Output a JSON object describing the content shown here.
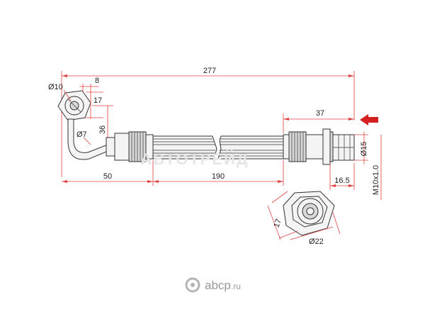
{
  "dimensions": {
    "overall_length": "277",
    "eye_bore": "Ø10",
    "eye_width": "8",
    "eye_hex": "17",
    "pipe_diameter": "Ø7",
    "bend_height": "36",
    "fitting_length_left": "50",
    "hose_length": "190",
    "fitting_length_right": "37",
    "thread_diameter": "Ø15",
    "thread_length": "16.5",
    "thread_spec": "M10x1.0",
    "end_hex": "17",
    "end_diameter": "Ø22"
  },
  "watermark": "АВТОТРЕЙД",
  "brand": {
    "name": "abcp",
    "suffix": ".ru"
  },
  "colors": {
    "dimension_lines": "#e04040",
    "arrow": "#d42020",
    "brand_gray": "#9a9a9a"
  }
}
